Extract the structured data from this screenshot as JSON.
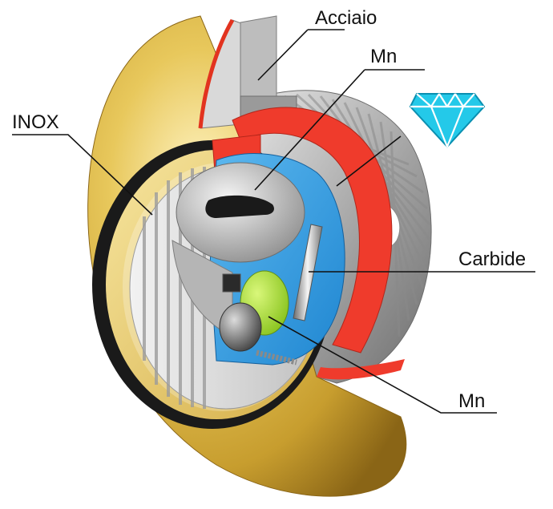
{
  "labels": {
    "steel": "Acciaio",
    "mn_top": "Mn",
    "inox": "INOX",
    "carbide": "Carbide",
    "mn_bottom": "Mn"
  },
  "icons": {
    "diamond": "diamond-icon"
  },
  "colors": {
    "brass": "#e2c055",
    "brass_dark": "#a87f1e",
    "red_ring": "#ef3b2c",
    "blue_insert": "#2f9de4",
    "steel": "#b9b9b9",
    "carbide_green": "#a5dd2d",
    "diamond": "#24c9e9"
  }
}
